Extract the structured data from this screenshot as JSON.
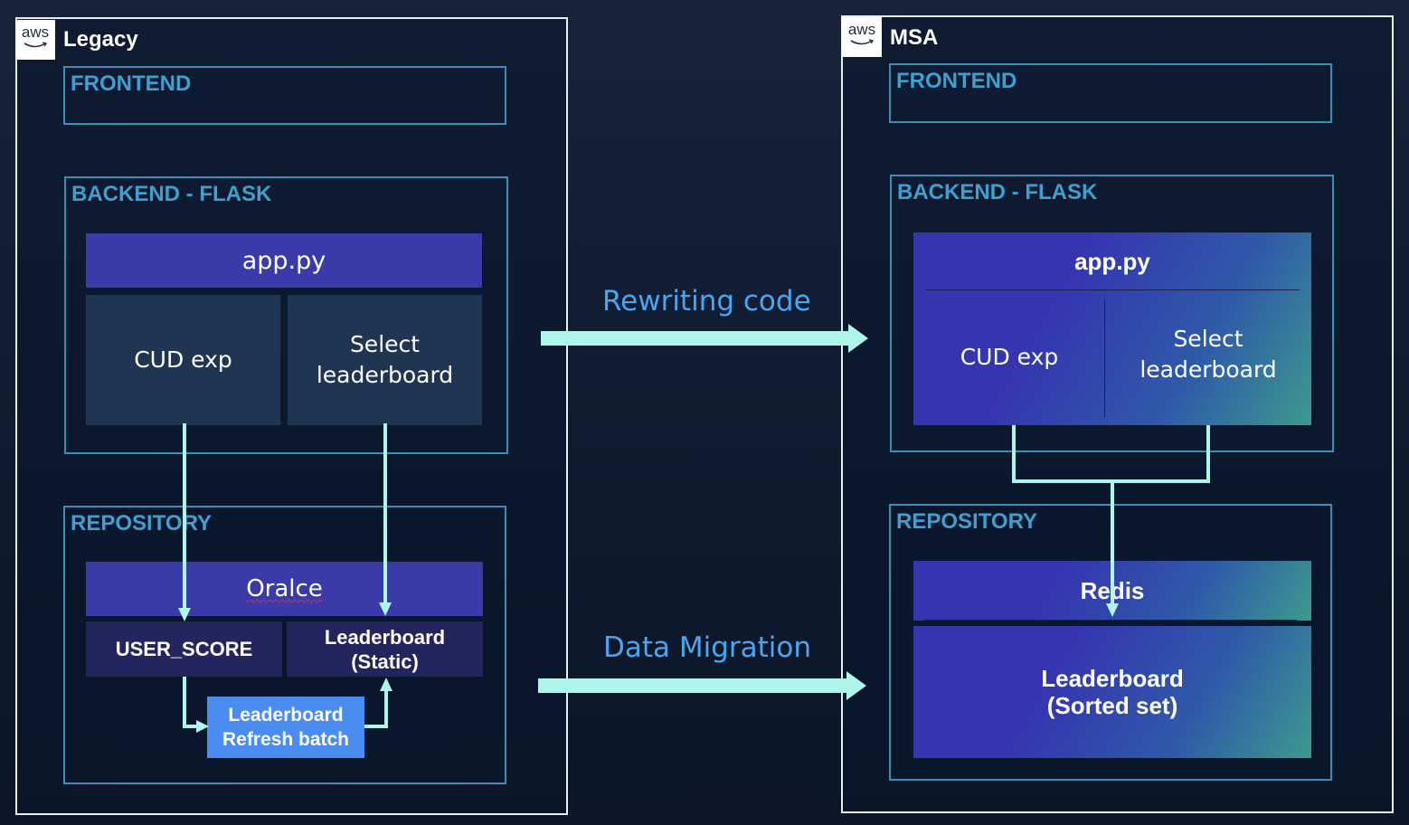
{
  "aws_logo_text": "aws",
  "legacy": {
    "title": "Legacy",
    "frontend": "FRONTEND",
    "backend": "BACKEND - FLASK",
    "app": "app.py",
    "cud": "CUD exp",
    "select": "Select\nleaderboard",
    "repository": "REPOSITORY",
    "db": "Oralce",
    "user_score": "USER_SCORE",
    "leaderboard_static": "Leaderboard\n(Static)",
    "refresh_batch": "Leaderboard\nRefresh batch"
  },
  "msa": {
    "title": "MSA",
    "frontend": "FRONTEND",
    "backend": "BACKEND - FLASK",
    "app": "app.py",
    "cud": "CUD exp",
    "select": "Select\nleaderboard",
    "repository": "REPOSITORY",
    "db": "Redis",
    "leaderboard_sorted": "Leaderboard\n(Sorted set)"
  },
  "arrows": {
    "rewriting": "Rewriting code",
    "migration": "Data Migration"
  },
  "colors": {
    "arrow": "#aef5ea",
    "section_border": "#3a8fb8",
    "section_title": "#3fa0d0",
    "label_blue": "#4aa6f0"
  }
}
